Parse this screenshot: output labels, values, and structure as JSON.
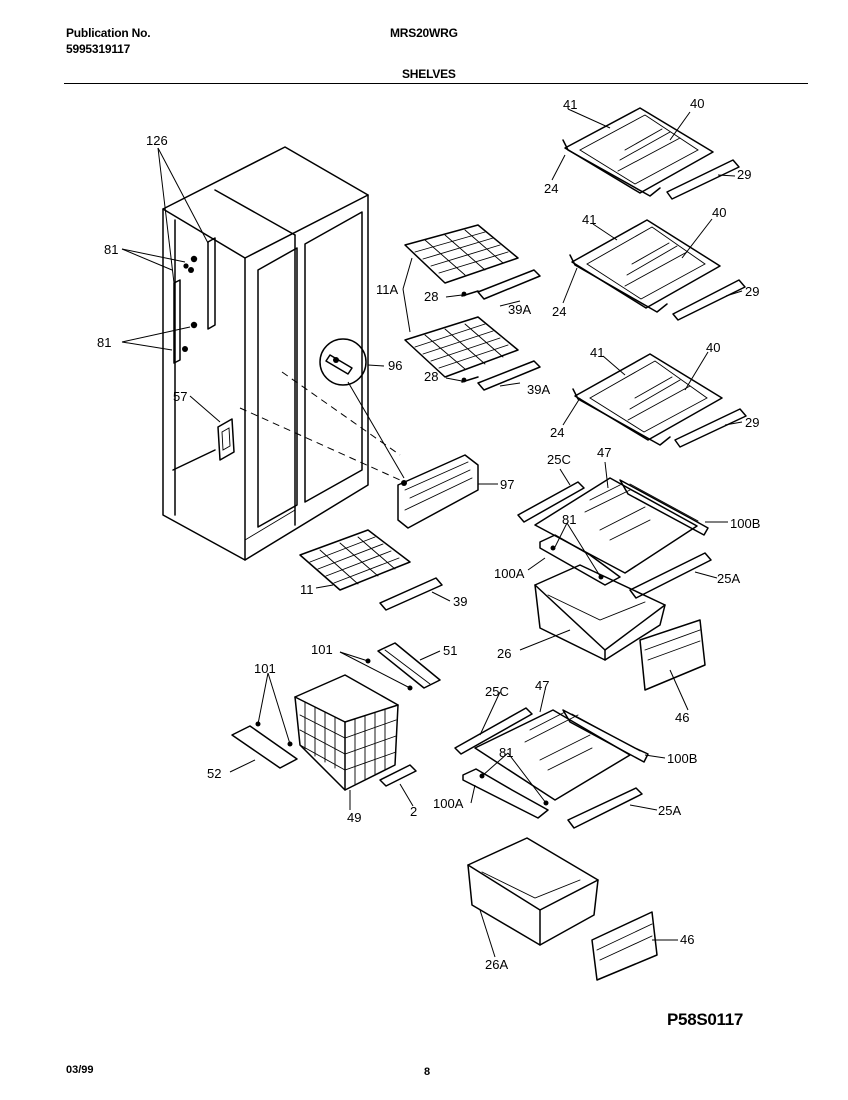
{
  "header": {
    "publication_label": "Publication No.",
    "publication_number": "5995319117",
    "model": "MRS20WRG",
    "section": "SHELVES"
  },
  "footer": {
    "date": "03/99",
    "page": "8",
    "diagram_code": "P58S0117"
  },
  "callouts": {
    "c126": "126",
    "c81a": "81",
    "c81b": "81",
    "c57": "57",
    "c96": "96",
    "c97": "97",
    "c11a": "11A",
    "c28a": "28",
    "c39aa": "39A",
    "c28b": "28",
    "c39ab": "39A",
    "c41a": "41",
    "c40a": "40",
    "c24a": "24",
    "c29a": "29",
    "c41b": "41",
    "c40b": "40",
    "c24b": "24",
    "c29b": "29",
    "c41c": "41",
    "c40c": "40",
    "c24c": "24",
    "c29c": "29",
    "c25ca": "25C",
    "c47a": "47",
    "c100ba": "100B",
    "c81c": "81",
    "c100aa": "100A",
    "c25aa": "25A",
    "c26": "26",
    "c46a": "46",
    "c11": "11",
    "c39": "39",
    "c101a": "101",
    "c51": "51",
    "c101b": "101",
    "c52": "52",
    "c49": "49",
    "c2": "2",
    "c25cb": "25C",
    "c47b": "47",
    "c100bb": "100B",
    "c81d": "81",
    "c100ab": "100A",
    "c25ab": "25A",
    "c26a": "26A",
    "c46b": "46"
  }
}
